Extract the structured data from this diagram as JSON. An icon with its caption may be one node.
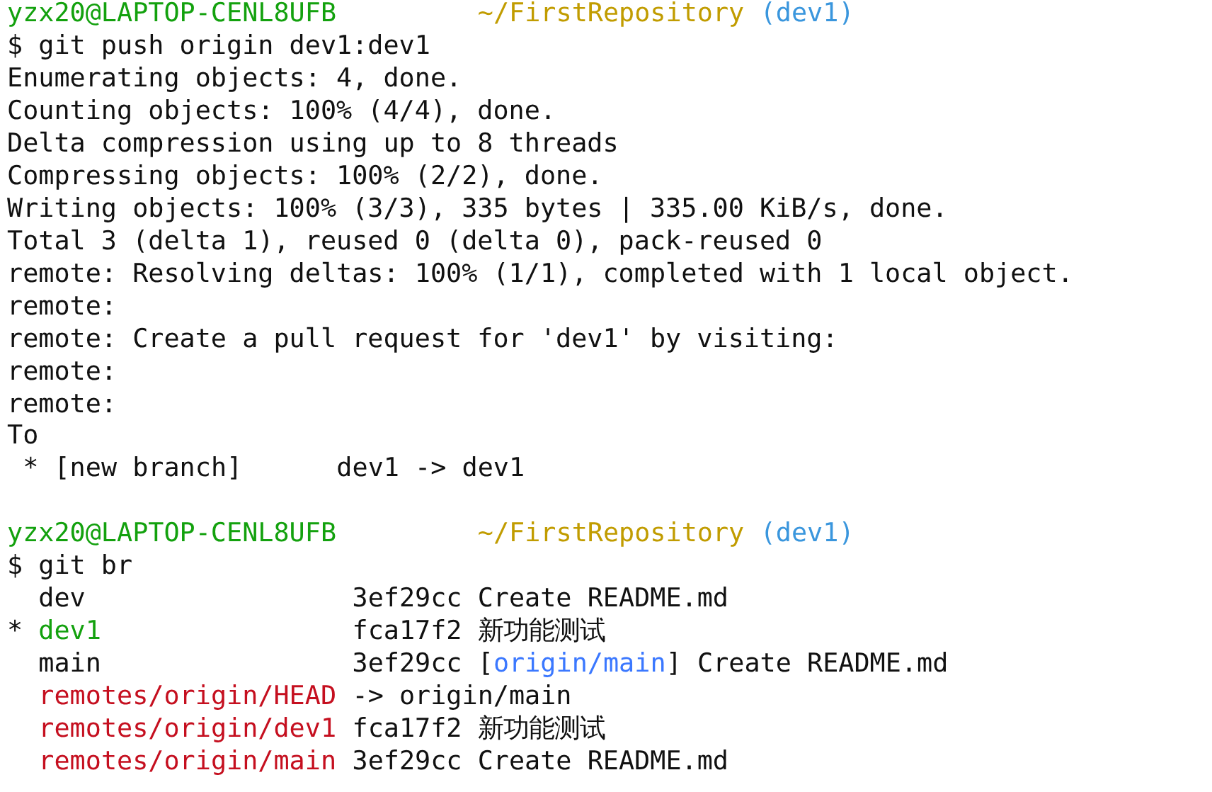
{
  "diagram": {
    "labels": [
      "yzx20@LAPTOP-CENL8UFB",
      "~/FirstRepository",
      "(dev1)",
      "$ git push origin dev1:dev1",
      "Enumerating objects: 4, done.",
      "Counting objects: 100% (4/4), done.",
      "Delta compression using up to 8 threads",
      "Compressing objects: 100% (2/2), done.",
      "Writing objects: 100% (3/3), 335 bytes | 335.00 KiB/s, done.",
      "Total 3 (delta 1), reused 0 (delta 0), pack-reused 0",
      "remote: Resolving deltas: 100% (1/1), completed with 1 local object.",
      "remote:",
      "remote: Create a pull request for 'dev1' by visiting:",
      "remote:",
      "remote:",
      "To",
      "* [new branch]",
      "dev1 -> dev1",
      "yzx20@LAPTOP-CENL8UFB",
      "~/FirstRepository",
      "(dev1)",
      "$ git br",
      "dev",
      "3ef29cc Create README.md",
      "*",
      "dev1",
      "fca17f2 新功能测试",
      "main",
      "3ef29cc [",
      "origin/main",
      "] Create README.md",
      "remotes/origin/HEAD",
      "-> origin/main",
      "remotes/origin/dev1",
      "fca17f2 新功能测试",
      "remotes/origin/main",
      "3ef29cc Create README.md"
    ]
  }
}
